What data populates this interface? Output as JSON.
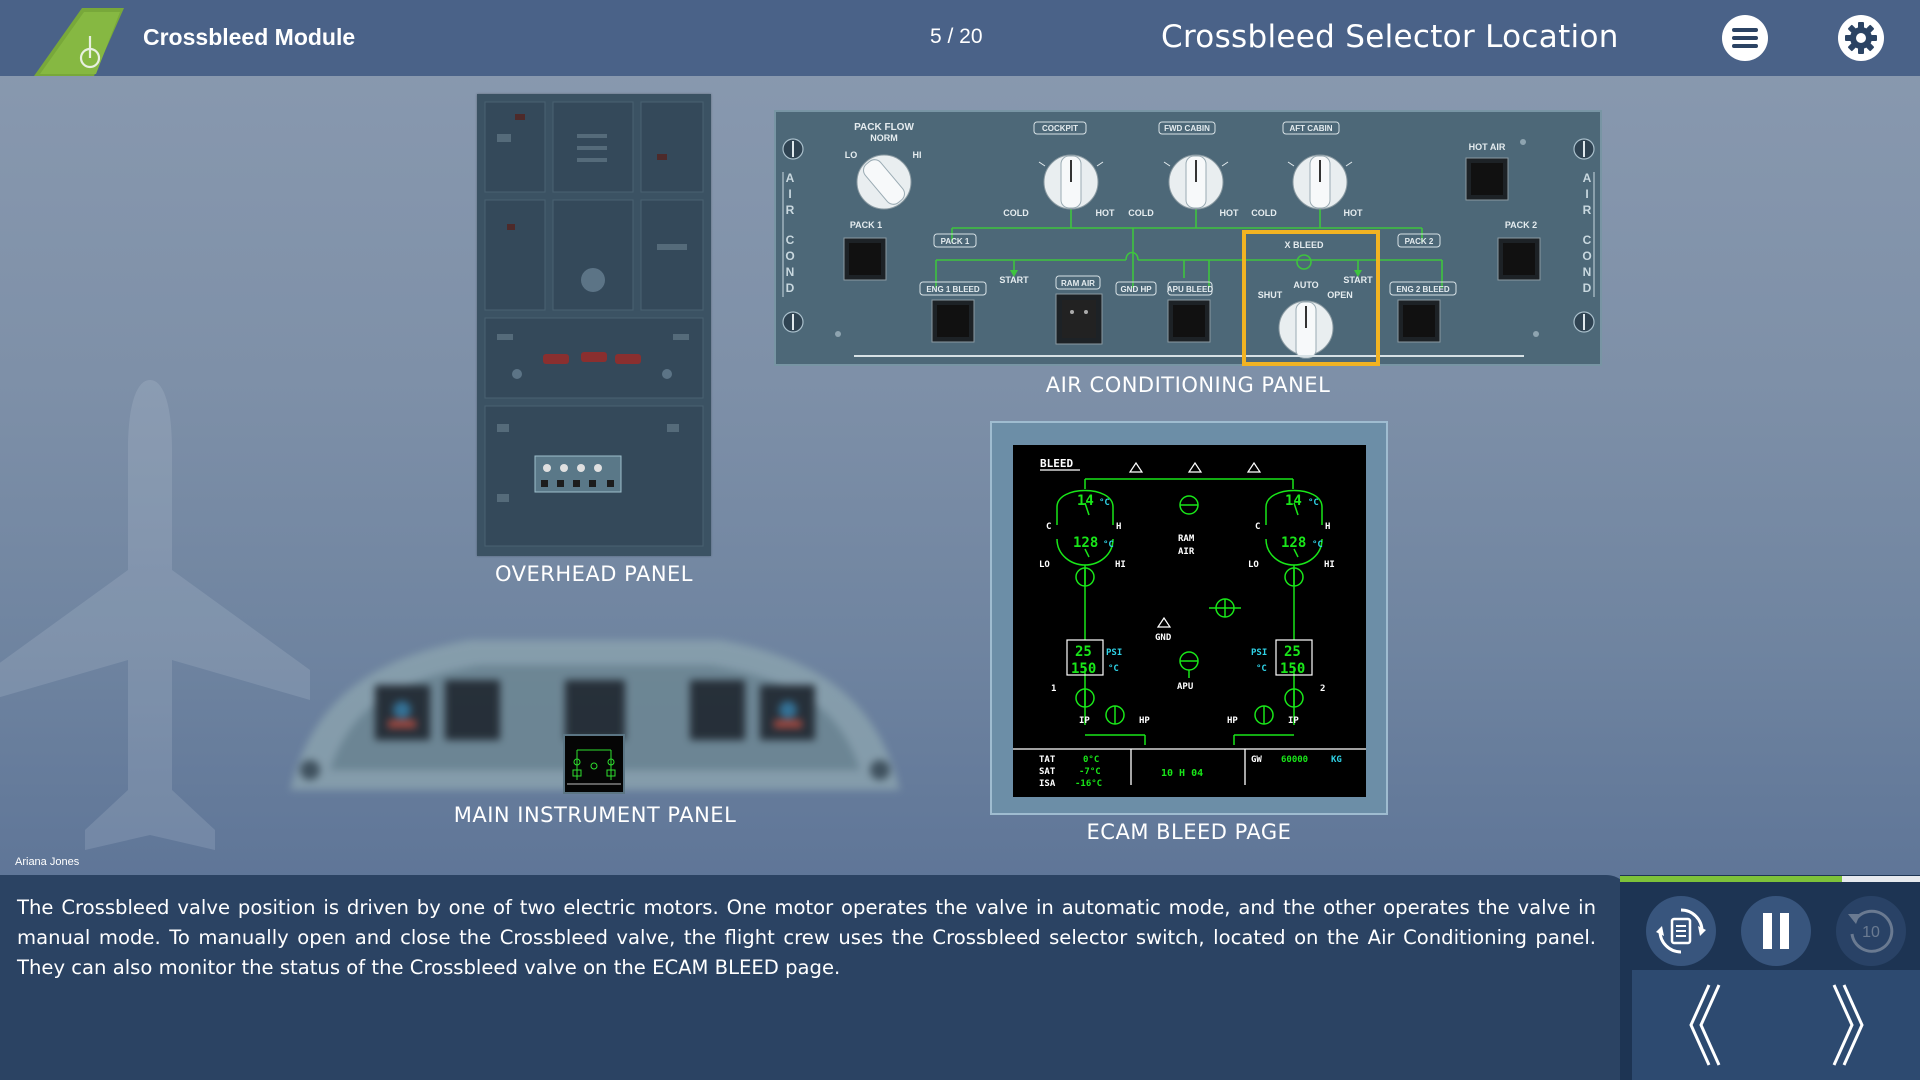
{
  "header": {
    "module_title": "Crossbleed Module",
    "page_counter": "5 / 20",
    "screen_title": "Crossbleed Selector Location"
  },
  "panels": {
    "overhead_label": "OVERHEAD PANEL",
    "ac_label": "AIR CONDITIONING PANEL",
    "mip_label": "MAIN INSTRUMENT PANEL",
    "ecam_label": "ECAM BLEED PAGE"
  },
  "ac_panel": {
    "pack_flow": "PACK FLOW",
    "norm": "NORM",
    "lo": "LO",
    "hi": "HI",
    "cockpit": "COCKPIT",
    "fwd_cabin": "FWD CABIN",
    "aft_cabin": "AFT CABIN",
    "cold": "COLD",
    "hot": "HOT",
    "hot_air": "HOT AIR",
    "pack1": "PACK 1",
    "pack2": "PACK 2",
    "x_bleed": "X BLEED",
    "auto": "AUTO",
    "shut": "SHUT",
    "open": "OPEN",
    "start": "START",
    "ram_air": "RAM AIR",
    "gnd_hp": "GND HP",
    "apu_bleed": "APU BLEED",
    "eng1_bleed": "ENG 1 BLEED",
    "eng2_bleed": "ENG 2 BLEED",
    "air_cond_side": [
      "A",
      "I",
      "R",
      "",
      "C",
      "O",
      "N",
      "D"
    ]
  },
  "ecam": {
    "title": "BLEED",
    "left_temp_top": "14",
    "left_temp_mid": "128",
    "right_temp_top": "14",
    "right_temp_mid": "128",
    "deg_c": "°C",
    "c": "C",
    "h": "H",
    "lo": "LO",
    "hi": "HI",
    "ram_air": "RAM\nAIR",
    "gnd": "GND",
    "apu": "APU",
    "psi": "PSI",
    "left_psi": "25",
    "left_temp": "150",
    "right_psi": "25",
    "right_temp": "150",
    "eng1": "1",
    "eng2": "2",
    "ip": "IP",
    "hp": "HP",
    "tat_label": "TAT",
    "sat_label": "SAT",
    "isa_label": "ISA",
    "tat_val": "0°C",
    "sat_val": "-7°C",
    "isa_val": "-16°C",
    "time": "10 H 04",
    "gw_label": "GW",
    "gw_val": "60000",
    "gw_unit": "KG"
  },
  "author": "Ariana Jones",
  "narration": "The Crossbleed valve position is driven by one of two electric motors. One motor operates the valve in automatic mode, and the other operates the valve in manual mode. To manually open and close the Crossbleed valve, the flight crew uses the Crossbleed selector switch, located on the Air Conditioning panel. They can also monitor the status of the Crossbleed valve on the ECAM BLEED page.",
  "controls": {
    "progress": 0.74,
    "replay_label": "10"
  },
  "colors": {
    "accent_green": "#7dc23a",
    "highlight": "#f2b322",
    "ecam_green": "#19e619",
    "ecam_cyan": "#2fd2e6"
  }
}
